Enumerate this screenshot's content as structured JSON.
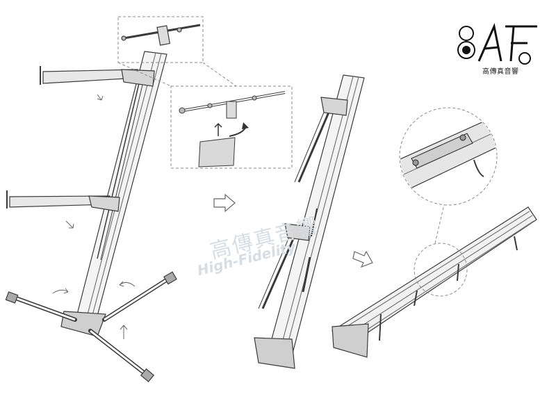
{
  "brand": {
    "logo_text": "BAF",
    "subtitle": "高傳真音響"
  },
  "watermark": {
    "chinese": "高傳真音響",
    "english": "High-Fidelity"
  },
  "icons": {
    "step_arrow": "outline-right-arrow-icon",
    "rotate_arrow": "curved-arrow-icon"
  },
  "colors": {
    "line": "#3a3a3a",
    "shade": "#9a9a9a",
    "callout": "#8a8a8a",
    "watermark": "#d8dde4"
  }
}
